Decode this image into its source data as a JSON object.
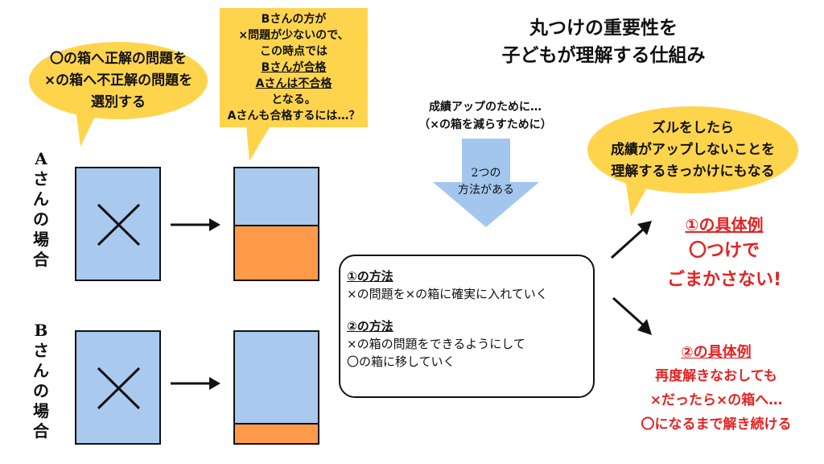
{
  "title": {
    "line1": "丸つけの重要性を",
    "line2": "子どもが理解する仕組み"
  },
  "bubble_left": {
    "line1": "〇の箱へ正解の問題を",
    "line2": "×の箱へ不正解の問題を",
    "line3": "選別する"
  },
  "note_top": {
    "line1": "Bさんの方が",
    "line2": "×問題が少ないので、",
    "line3": "この時点では",
    "line4": "Bさんが合格",
    "line5": "Aさんは不合格",
    "line6": "となる。",
    "line7": "Aさんも合格するには…？"
  },
  "label_a": [
    "A",
    "さ",
    "ん",
    "の",
    "場",
    "合"
  ],
  "label_b": [
    "B",
    "さ",
    "ん",
    "の",
    "場",
    "合"
  ],
  "cross_symbol": "×",
  "progress_a": {
    "orange_fraction": 0.49
  },
  "progress_b": {
    "orange_fraction": 0.18
  },
  "center_caption": {
    "line1": "成績アップのために…",
    "line2": "（×の箱を減らすために）"
  },
  "arrow_down": {
    "line1": "2つの",
    "line2": "方法がある"
  },
  "methods": {
    "m1_title": "①の方法",
    "m1_line1": "×の問題を×の箱に確実に入れていく",
    "m2_title": "②の方法",
    "m2_line1": "×の箱の問題をできるようにして",
    "m2_line2": "〇の箱に移していく"
  },
  "bubble_right": {
    "line1": "ズルをしたら",
    "line2": "成績がアップしないことを",
    "line3": "理解するきっかけにもなる"
  },
  "example1": {
    "title": "①の具体例",
    "line1": "〇つけで",
    "line2": "ごまかさない!"
  },
  "example2": {
    "title": "②の具体例",
    "line1": "再度解きなおしても",
    "line2": "×だったら×の箱へ…",
    "line3": "〇になるまで解き続ける"
  },
  "colors": {
    "box_blue": "#a9c9ee",
    "box_orange": "#ff9a4a",
    "bubble_yellow": "#ffd44d",
    "arrow_blue": "#a3c6ee",
    "example_red": "#e52222"
  }
}
